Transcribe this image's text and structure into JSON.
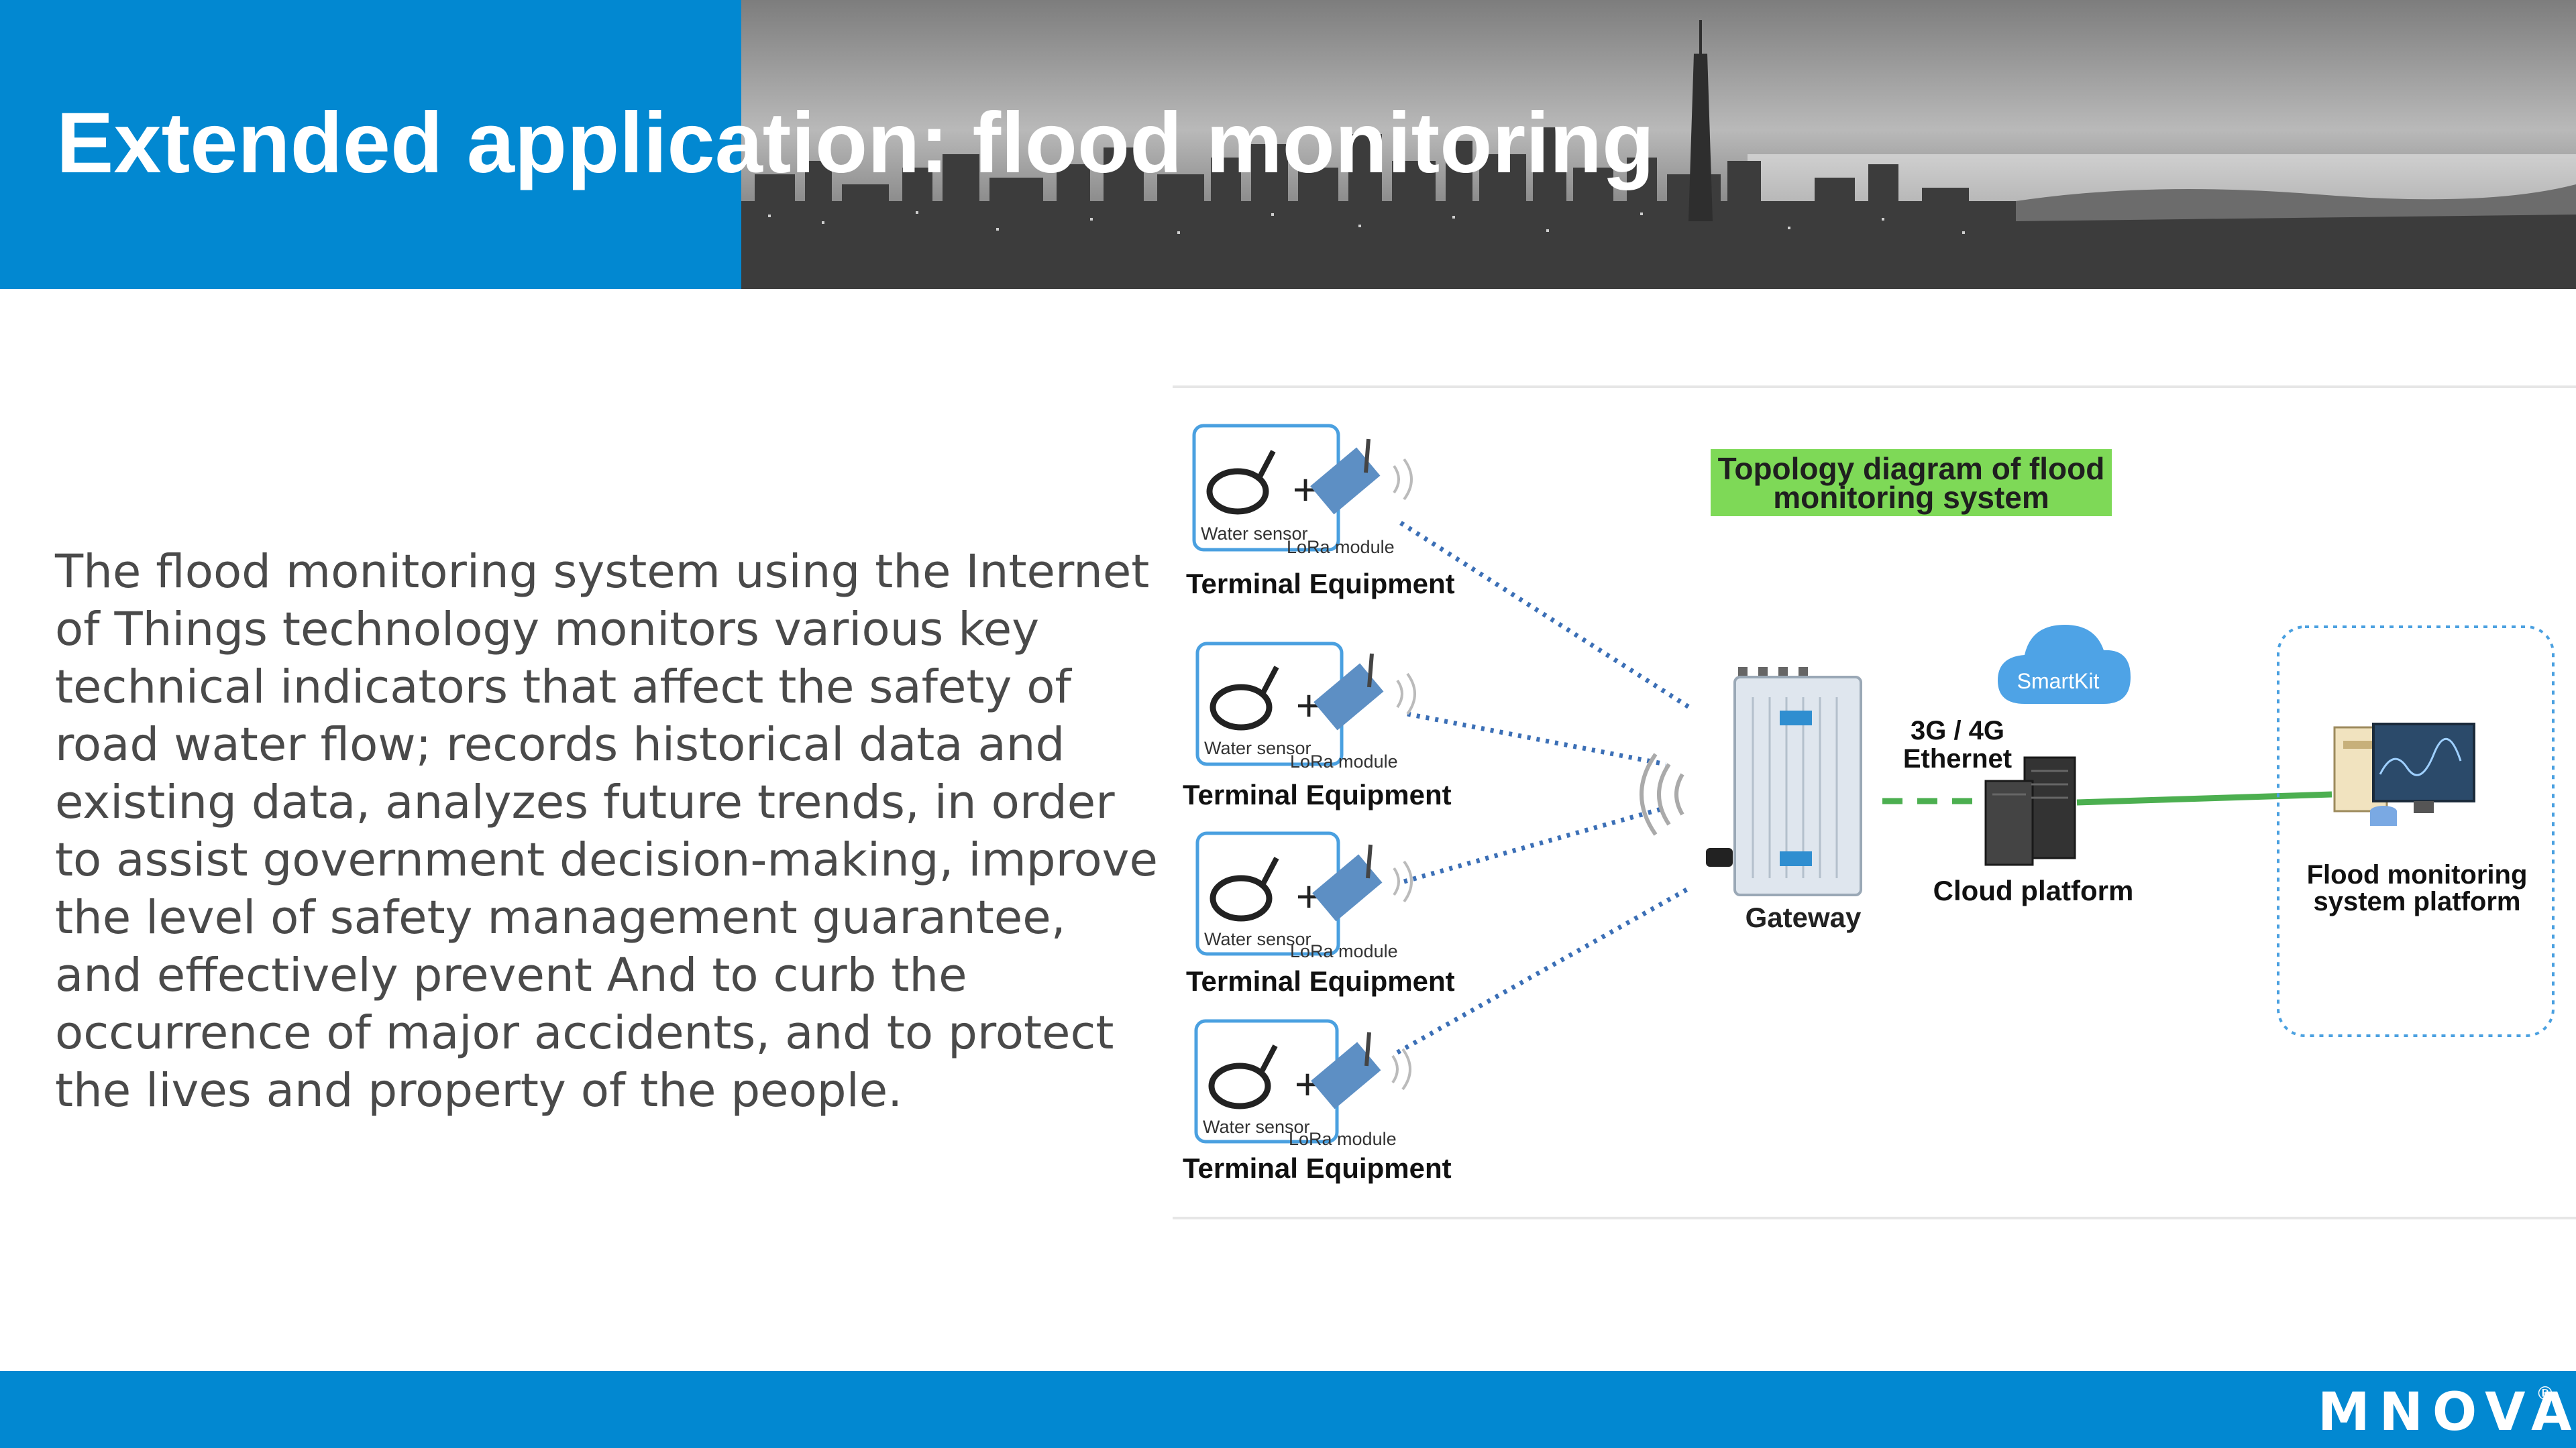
{
  "slide": {
    "title": "Extended application: flood monitoring",
    "paragraph": "The flood monitoring system using the Internet of Things technology monitors various key technical indicators that affect the safety of road water flow; records historical data and existing data, analyzes future trends, in order to assist government decision-making, improve the level of safety management guarantee, and effectively prevent And to curb the occurrence of major accidents, and to protect the lives and property of the people."
  },
  "diagram": {
    "banner_line1": "Topology diagram of flood",
    "banner_line2": "monitoring system",
    "terminal_label": "Terminal Equipment",
    "sensor_label": "Water sensor",
    "module_label": "LoRa module",
    "gateway_label": "Gateway",
    "link_line1": "3G / 4G",
    "link_line2": "Ethernet",
    "cloud_brand": "SmartKit",
    "cloud_label": "Cloud platform",
    "platform_line1": "Flood monitoring",
    "platform_line2": "system platform"
  },
  "footer": {
    "brand": "MNOVA",
    "registered": "®"
  },
  "colors": {
    "brand_blue": "#0288d1",
    "banner_green": "#7ed957",
    "link_green": "#4caf50",
    "dotted_blue": "#3b6fb6"
  }
}
